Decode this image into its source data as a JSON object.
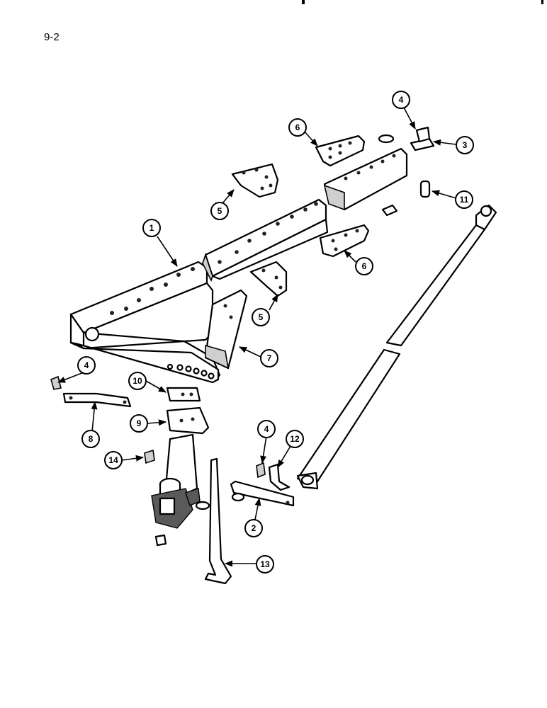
{
  "page": {
    "label": "9-2"
  },
  "callouts": [
    {
      "id": "c1",
      "text": "1"
    },
    {
      "id": "c2",
      "text": "2"
    },
    {
      "id": "c3",
      "text": "3"
    },
    {
      "id": "c4a",
      "text": "4"
    },
    {
      "id": "c4b",
      "text": "4"
    },
    {
      "id": "c4c",
      "text": "4"
    },
    {
      "id": "c5a",
      "text": "5"
    },
    {
      "id": "c5b",
      "text": "5"
    },
    {
      "id": "c6a",
      "text": "6"
    },
    {
      "id": "c6b",
      "text": "6"
    },
    {
      "id": "c7",
      "text": "7"
    },
    {
      "id": "c8",
      "text": "8"
    },
    {
      "id": "c9",
      "text": "9"
    },
    {
      "id": "c10",
      "text": "10"
    },
    {
      "id": "c11",
      "text": "11"
    },
    {
      "id": "c12",
      "text": "12"
    },
    {
      "id": "c13",
      "text": "13"
    },
    {
      "id": "c14",
      "text": "14"
    }
  ]
}
